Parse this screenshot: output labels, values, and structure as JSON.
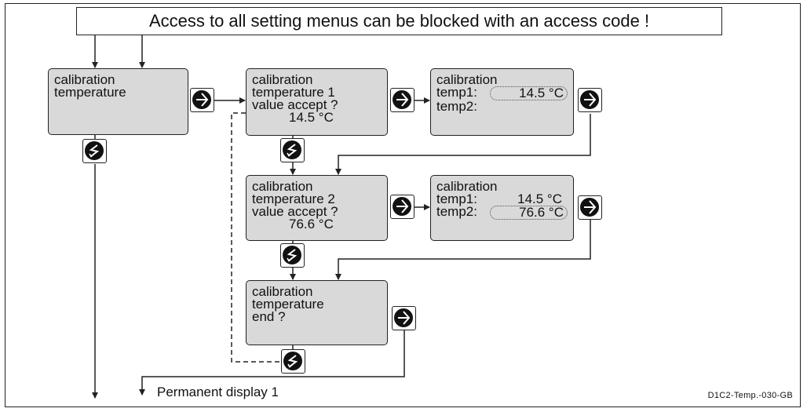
{
  "banner": {
    "text": "Access to all setting menus can be blocked with an access code !"
  },
  "boxes": {
    "main": {
      "lines": [
        "calibration",
        "temperature"
      ]
    },
    "t1_ask": {
      "lines": [
        "calibration",
        "temperature 1",
        "value accept ?"
      ],
      "value": "14.5 °C"
    },
    "t1_show": {
      "title": "calibration",
      "rows": [
        {
          "key": "temp1:",
          "value": "14.5 °C"
        },
        {
          "key": "temp2:",
          "value": ""
        }
      ]
    },
    "t2_ask": {
      "lines": [
        "calibration",
        "temperature 2",
        "value accept ?"
      ],
      "value": "76.6 °C"
    },
    "t2_show": {
      "title": "calibration",
      "rows": [
        {
          "key": "temp1:",
          "value": "14.5 °C"
        },
        {
          "key": "temp2:",
          "value": "76.6 °C"
        }
      ]
    },
    "end": {
      "lines": [
        "calibration",
        "temperature",
        "end ?"
      ]
    }
  },
  "footer": {
    "text": "Permanent display 1"
  },
  "code": {
    "text": "D1C2-Temp.-030-GB"
  },
  "icons": {
    "enter": "enter-arrow-icon",
    "skip": "skip-arrow-icon"
  }
}
